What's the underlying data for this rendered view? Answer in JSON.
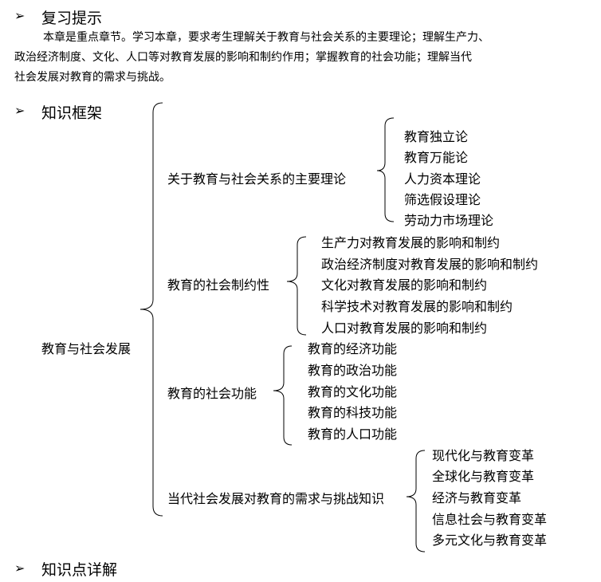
{
  "sections": {
    "review": {
      "marker": "➢",
      "title": "复习提示",
      "lines": [
        "本章是重点章节。学习本章，要求考生理解关于教育与社会关系的主要理论；理解生产力、",
        "政治经济制度、文化、人口等对教育发展的影响和制约作用；掌握教育的社会功能；理解当代",
        "社会发展对教育的需求与挑战。"
      ]
    },
    "framework": {
      "marker": "➢",
      "title": "知识框架"
    },
    "details": {
      "marker": "➢",
      "title": "知识点详解"
    }
  },
  "tree": {
    "root": "教育与社会发展",
    "branches": [
      {
        "label": "关于教育与社会关系的主要理论",
        "items": [
          "教育独立论",
          "教育万能论",
          "人力资本理论",
          "筛选假设理论",
          "劳动力市场理论"
        ]
      },
      {
        "label": "教育的社会制约性",
        "items": [
          "生产力对教育发展的影响和制约",
          "政治经济制度对教育发展的影响和制约",
          "文化对教育发展的影响和制约",
          "科学技术对教育发展的影响和制约",
          "人口对教育发展的影响和制约"
        ]
      },
      {
        "label": "教育的社会功能",
        "items": [
          "教育的经济功能",
          "教育的政治功能",
          "教育的文化功能",
          "教育的科技功能",
          "教育的人口功能"
        ]
      },
      {
        "label": "当代社会发展对教育的需求与挑战知识",
        "items": [
          "现代化与教育变革",
          "全球化与教育变革",
          "经济与教育变革",
          "信息社会与教育变革",
          "多元文化与教育变革"
        ]
      }
    ]
  }
}
